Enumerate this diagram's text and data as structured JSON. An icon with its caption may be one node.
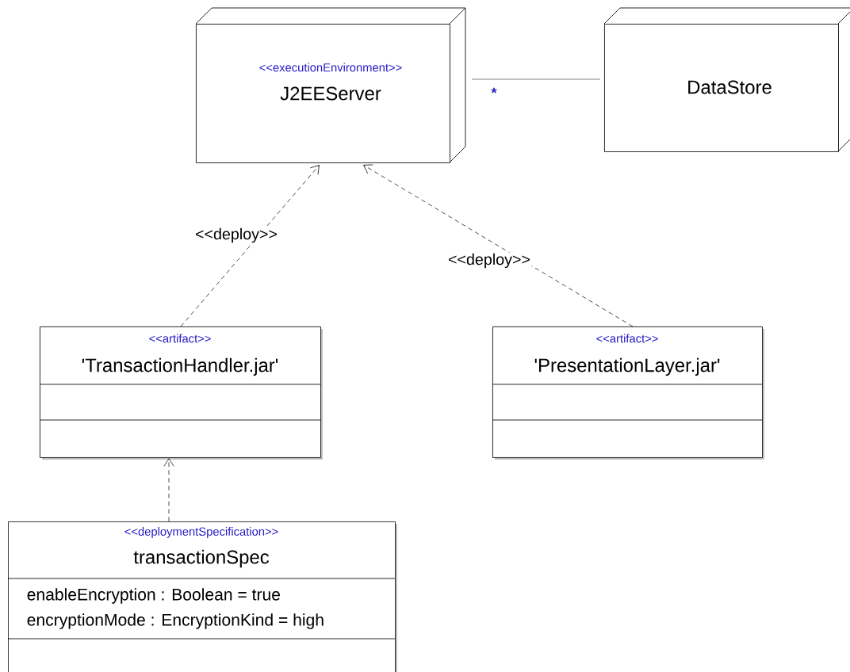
{
  "diagram": {
    "nodes": [
      {
        "text": [
          "<<executionEnvironment>>",
          "J2EEServer"
        ]
      },
      {
        "text": [
          "DataStore"
        ]
      },
      {
        "text": [
          "<<artifact>>",
          "'TransactionHandler.jar'"
        ]
      },
      {
        "text": [
          "<<artifact>>",
          "'PresentationLayer.jar'"
        ]
      },
      {
        "text": [
          "<<deploymentSpecification>>",
          "transactionSpec",
          "enableEncryption : Boolean = true",
          "encryptionMode : EncryptionKind = high"
        ]
      }
    ],
    "edges": [
      {
        "from": 0,
        "to": 1,
        "arrow": "none",
        "label": "*"
      },
      {
        "from": 2,
        "to": 0,
        "arrow": "to",
        "style": "dashed",
        "label": "<<deploy>>"
      },
      {
        "from": 3,
        "to": 0,
        "arrow": "to",
        "style": "dashed",
        "label": "<<deploy>>"
      },
      {
        "from": 4,
        "to": 2,
        "arrow": "to",
        "style": "dashed"
      }
    ]
  }
}
